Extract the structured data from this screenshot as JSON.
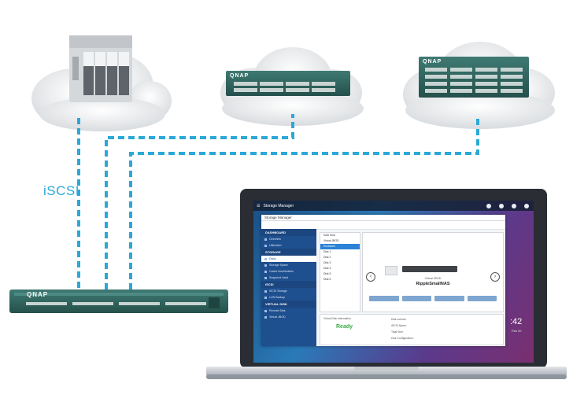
{
  "labels": {
    "protocol": "iSCSI",
    "brand": "QNAP"
  },
  "colors": {
    "link": "#2aa8d8",
    "rack_body": "#2d5f5a",
    "cloud": "#eef0f2"
  },
  "laptop": {
    "app_title": "Storage Manager",
    "sidebar_sections": [
      {
        "label": "DASHBOARD",
        "items": [
          "Overview",
          "Utilization"
        ]
      },
      {
        "label": "STORAGE",
        "items": [
          "Disks",
          "Storage Space",
          "Cache Acceleration",
          "Snapshot Vault"
        ]
      },
      {
        "label": "iSCSI",
        "items": [
          "iSCSI Storage",
          "LUN Backup"
        ]
      },
      {
        "label": "VIRTUAL DISK",
        "items": [
          "Remote Disk",
          "Virtual JBOD"
        ]
      }
    ],
    "active_item": "Disks",
    "tree_items": [
      "NAS Host",
      "Virtual JBOD",
      "Enclosure",
      "Disk 1",
      "Disk 2",
      "Disk 3",
      "Disk 4",
      "Disk 5",
      "Disk 6"
    ],
    "device_model": "Virtual JBOD",
    "device_name": "RippleSmallNAS",
    "status": "Ready",
    "info_lines": [
      "Virtual Disk information",
      "Disk volume:",
      "iSCSI Name:",
      "Total Size:",
      "Disk Configuration:"
    ],
    "time": ":42",
    "date": "Feb 20"
  }
}
